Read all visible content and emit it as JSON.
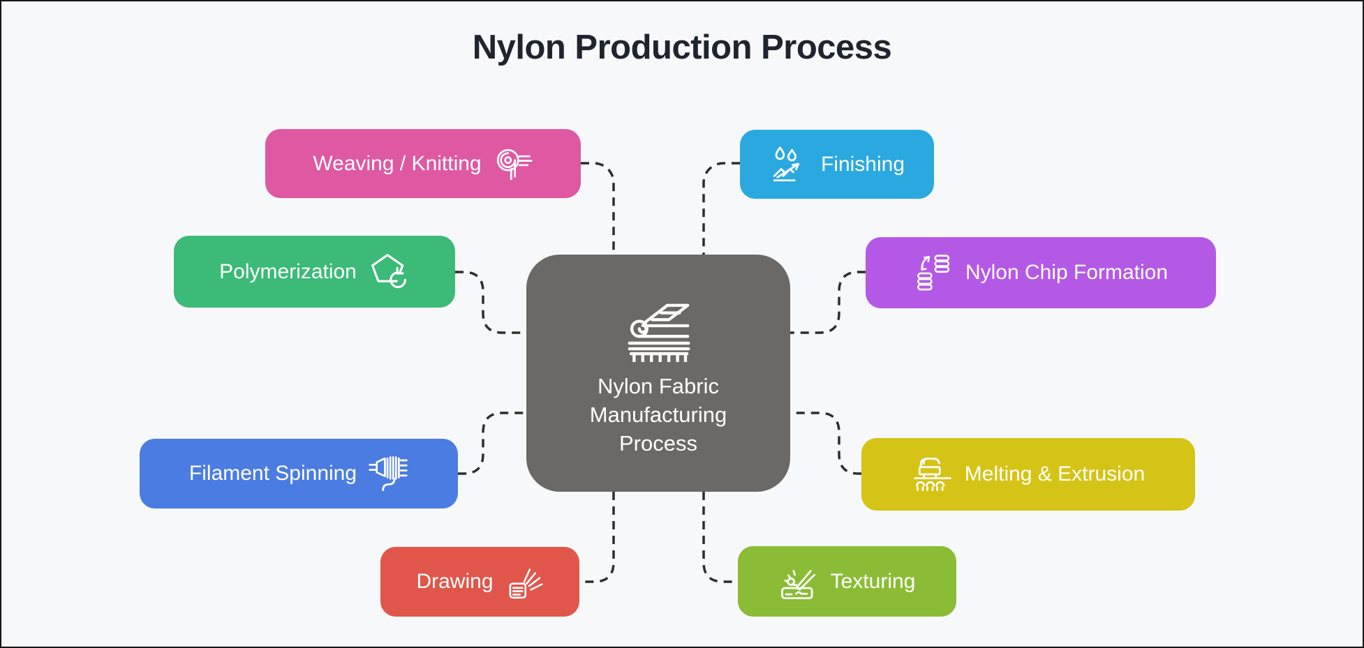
{
  "title": "Nylon Production Process",
  "background": "#f7f8fa",
  "connector_color": "#2d2d2d",
  "center": {
    "icon": "fabric-loom-icon",
    "color": "#6a6967",
    "lines": [
      "Nylon Fabric",
      "Manufacturing",
      "Process"
    ]
  },
  "nodes": [
    {
      "id": "weaving",
      "label": "Weaving / Knitting",
      "color": "#df58a2",
      "icon": "yarn-ball-icon",
      "icon_side": "right"
    },
    {
      "id": "finishing",
      "label": "Finishing",
      "color": "#29a9e0",
      "icon": "water-repel-icon",
      "icon_side": "left"
    },
    {
      "id": "polymer",
      "label": "Polymerization",
      "color": "#3cba77",
      "icon": "pentagon-cycle-icon",
      "icon_side": "right"
    },
    {
      "id": "chip",
      "label": "Nylon Chip Formation",
      "color": "#b459e6",
      "icon": "chip-stacks-icon",
      "icon_side": "left"
    },
    {
      "id": "filament",
      "label": "Filament Spinning",
      "color": "#4b7ce1",
      "icon": "spinneret-icon",
      "icon_side": "right"
    },
    {
      "id": "melting",
      "label": "Melting & Extrusion",
      "color": "#d5c316",
      "icon": "extruder-icon",
      "icon_side": "left"
    },
    {
      "id": "drawing",
      "label": "Drawing",
      "color": "#e0564b",
      "icon": "stretch-stack-icon",
      "icon_side": "right"
    },
    {
      "id": "texturing",
      "label": "Texturing",
      "color": "#8bbc36",
      "icon": "engraver-icon",
      "icon_side": "left"
    }
  ]
}
